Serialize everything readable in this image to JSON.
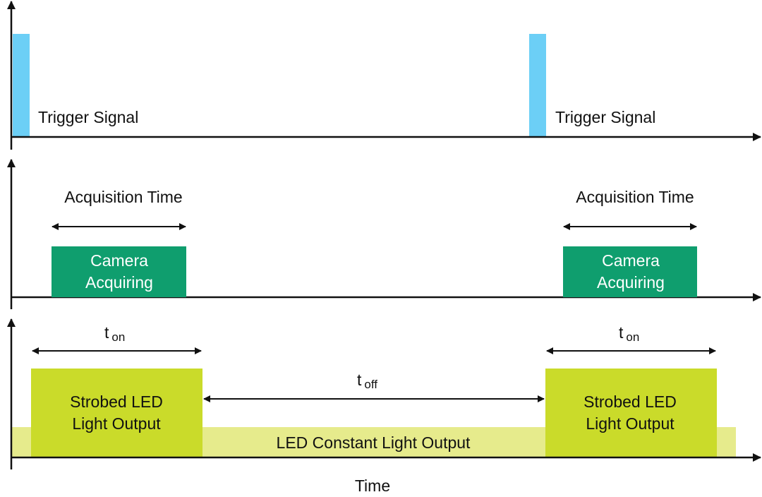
{
  "colors": {
    "trigger": "#6ccff6",
    "camera": "#0f9e6e",
    "strobe": "#cadb2a",
    "constant": "#e6eb8c",
    "axis": "#111111"
  },
  "trigger_row": {
    "label_1": "Trigger Signal",
    "label_2": "Trigger Signal"
  },
  "camera_row": {
    "span_label_1": "Acquisition Time",
    "span_label_2": "Acquisition Time",
    "box_1": {
      "line1": "Camera",
      "line2": "Acquiring"
    },
    "box_2": {
      "line1": "Camera",
      "line2": "Acquiring"
    }
  },
  "light_row": {
    "ton_1": {
      "base": "t",
      "sub": "on"
    },
    "ton_2": {
      "base": "t",
      "sub": "on"
    },
    "toff": {
      "base": "t",
      "sub": "off"
    },
    "strobe_1": {
      "line1": "Strobed LED",
      "line2": "Light Output"
    },
    "strobe_2": {
      "line1": "Strobed LED",
      "line2": "Light Output"
    },
    "constant_label": "LED Constant Light Output"
  },
  "x_axis_label": "Time"
}
